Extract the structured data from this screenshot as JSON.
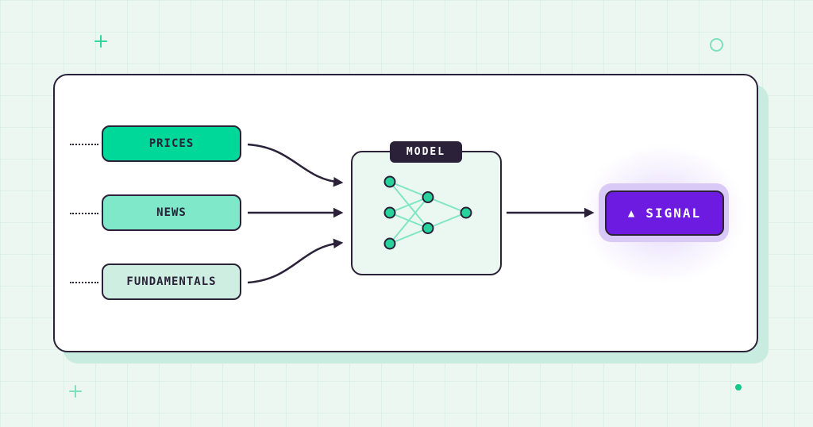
{
  "diagram": {
    "inputs": [
      {
        "label": "PRICES",
        "fill": "#00d89a"
      },
      {
        "label": "NEWS",
        "fill": "#7fe8c9"
      },
      {
        "label": "FUNDAMENTALS",
        "fill": "#cdeee0"
      }
    ],
    "model": {
      "label": "MODEL",
      "network": {
        "layers": [
          3,
          2,
          1
        ],
        "node_color": "#26d49b",
        "edge_color": "#7fe6c5"
      }
    },
    "output": {
      "icon": "triangle-up-icon",
      "icon_glyph": "▲",
      "label": "SIGNAL",
      "fill": "#6d1be0"
    }
  },
  "colors": {
    "background": "#ecf7f1",
    "outline": "#2b2139",
    "accent_green": "#34d69d",
    "accent_purple": "#6d1be0"
  }
}
